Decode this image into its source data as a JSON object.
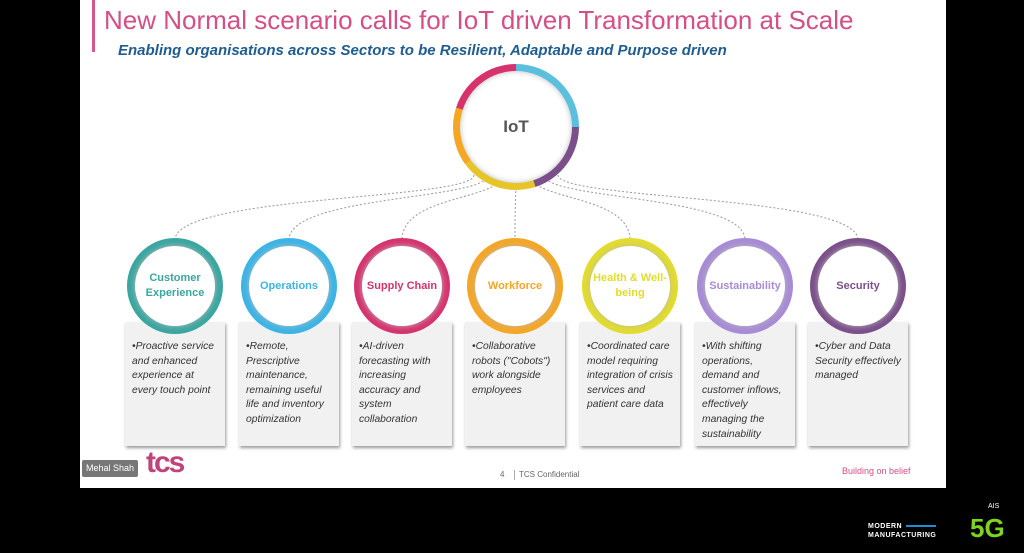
{
  "title": "New Normal scenario calls for IoT driven Transformation at Scale",
  "subtitle": "Enabling organisations across Sectors to be Resilient, Adaptable and Purpose driven",
  "hub": "IoT",
  "sectors": [
    {
      "label": "Customer Experience",
      "color": "#3aa6a0",
      "text": "•Proactive service and enhanced experience at every touch point"
    },
    {
      "label": "Operations",
      "color": "#3bb4e6",
      "text": "•Remote, Prescriptive maintenance, remaining useful life and inventory optimization"
    },
    {
      "label": "Supply Chain",
      "color": "#d6336e",
      "text": "•AI-driven forecasting with increasing accuracy and system collaboration"
    },
    {
      "label": "Workforce",
      "color": "#f5a623",
      "text": "•Collaborative robots (\"Cobots\") work alongside employees"
    },
    {
      "label": "Health & Well-being",
      "color": "#e2dc2c",
      "text": "•Coordinated care model requiring integration of crisis services and patient care data"
    },
    {
      "label": "Sustainability",
      "color": "#a78bd6",
      "text": "•With shifting operations, demand and customer inflows, effectively managing the sustainability"
    },
    {
      "label": "Security",
      "color": "#7b4f8a",
      "text": "•Cyber and Data Security effectively managed"
    }
  ],
  "footer": {
    "page": "4",
    "confidential": "TCS Confidential",
    "tagline": "Building on belief",
    "logo": "tcs",
    "presenter": "Mehal Shah"
  },
  "overlay": {
    "brand_line1": "MODERN",
    "brand_line2": "MANUFACTURING",
    "ais": "AIS",
    "five_g": "5G"
  }
}
